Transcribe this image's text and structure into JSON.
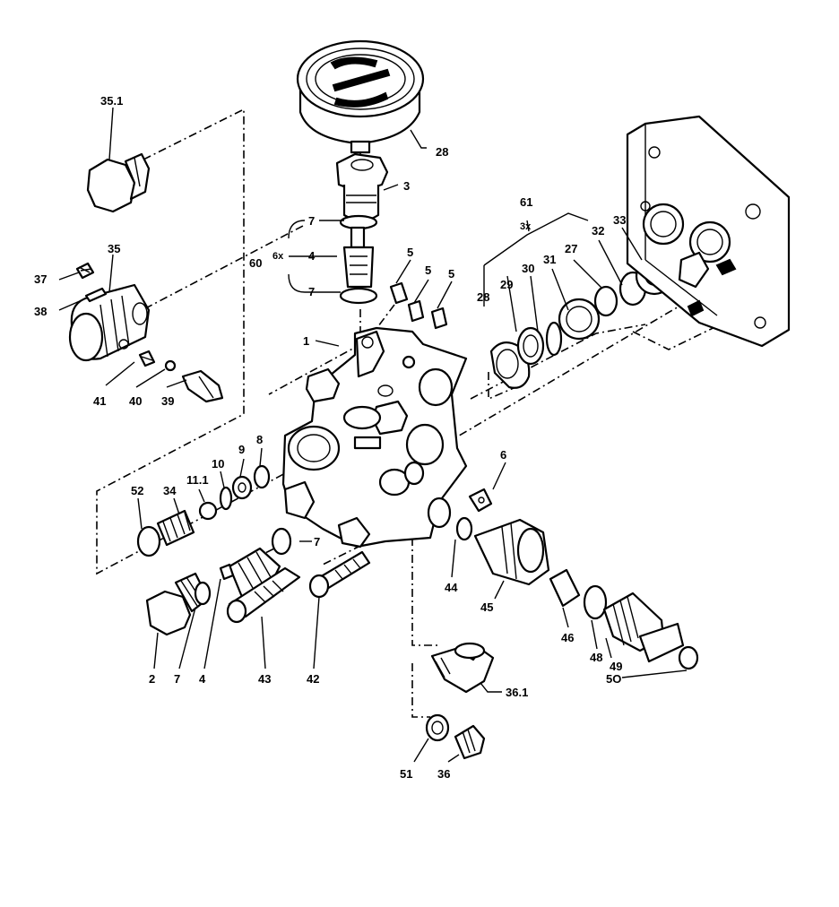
{
  "labels": {
    "l_35_1": "35.1",
    "l_28_gauge": "28",
    "l_3": "3",
    "l_7_a": "7",
    "l_60": "60",
    "l_6x": "6x",
    "l_4_a": "4",
    "l_7_b": "7",
    "l_35": "35",
    "l_37": "37",
    "l_38": "38",
    "l_41": "41",
    "l_40": "40",
    "l_39": "39",
    "l_1": "1",
    "l_5_a": "5",
    "l_5_b": "5",
    "l_5_c": "5",
    "l_61": "61",
    "l_3x": "3x",
    "l_32": "32",
    "l_33": "33",
    "l_27": "27",
    "l_31": "31",
    "l_30": "30",
    "l_29": "29",
    "l_28_seal": "28",
    "l_9": "9",
    "l_8": "8",
    "l_10": "10",
    "l_11_1": "11.1",
    "l_34": "34",
    "l_52": "52",
    "l_6": "6",
    "l_7_c": "7",
    "l_44": "44",
    "l_45": "45",
    "l_46": "46",
    "l_48": "48",
    "l_49": "49",
    "l_50": "5O",
    "l_2": "2",
    "l_7_d": "7",
    "l_4_b": "4",
    "l_43": "43",
    "l_42": "42",
    "l_36_1": "36.1",
    "l_51": "51",
    "l_36": "36"
  }
}
